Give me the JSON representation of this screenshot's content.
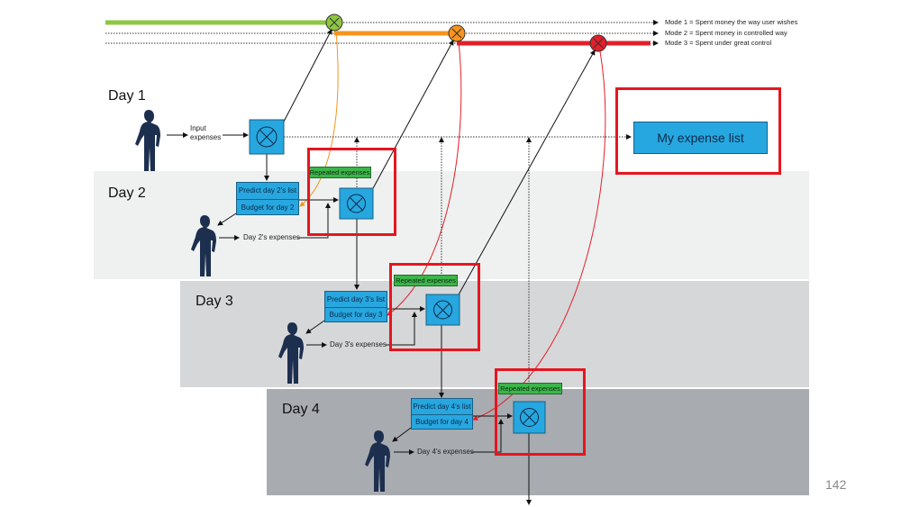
{
  "modes": [
    {
      "label": "Mode 1 = Spent money the way user wishes",
      "color": "#8dc63f"
    },
    {
      "label": "Mode 2 = Spent money in controlled way",
      "color": "#f7941d"
    },
    {
      "label": "Mode 3 = Spent under great control",
      "color": "#e3202a"
    }
  ],
  "days": [
    "Day 1",
    "Day 2",
    "Day 3",
    "Day 4"
  ],
  "input_expenses": "Input\nexpenses",
  "predict": [
    {
      "list": "Predict day 2's list",
      "budget": "Budget for day 2",
      "expenses": "Day 2's expenses"
    },
    {
      "list": "Predict day 3's list",
      "budget": "Budget for day 3",
      "expenses": "Day 3's expenses"
    },
    {
      "list": "Predict day 4's list",
      "budget": "Budget for day 4",
      "expenses": "Day 4's expenses"
    }
  ],
  "repeated_expenses": "Repeated expenses",
  "expense_list": "My expense list",
  "page_number": "142"
}
